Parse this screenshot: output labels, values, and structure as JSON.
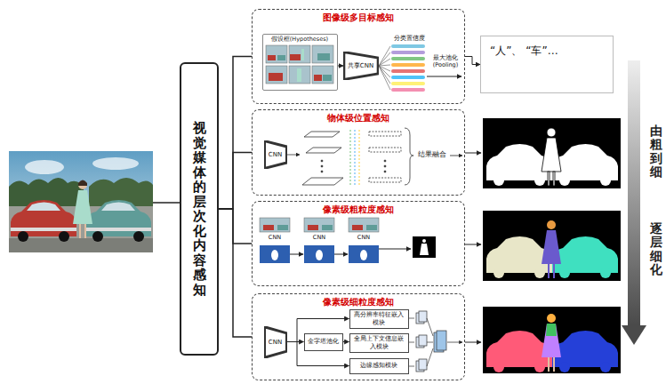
{
  "diagram": {
    "nodes": [
      {
        "text": [
          "视觉媒体的层次化内容感知"
        ]
      },
      {
        "text": [
          "图像级多目标感知"
        ]
      },
      {
        "text": [
          "假设框(Hypotheses)"
        ],
        "in": 1
      },
      {
        "text": [
          "共享CNN"
        ],
        "in": 1
      },
      {
        "text": [
          "“人”、 “车”…"
        ]
      },
      {
        "text": [
          "物体级位置感知"
        ]
      },
      {
        "text": [
          "CNN"
        ],
        "in": 5
      },
      {
        "text": [
          "像素级粗粒度感知"
        ]
      },
      {
        "text": [
          "像素级细粒度感知"
        ]
      },
      {
        "text": [
          "CNN"
        ],
        "in": 8
      },
      {
        "text": [
          "金字塔池化"
        ],
        "in": 8
      },
      {
        "text": [
          "高分辨率特征嵌入模块"
        ],
        "in": 8
      },
      {
        "text": [
          "全局上下文信息嵌入模块"
        ],
        "in": 8
      },
      {
        "text": [
          "边缘感知模块"
        ],
        "in": 8
      }
    ],
    "edges": [
      {
        "from": 0,
        "to": 1,
        "arrow": "none"
      },
      {
        "from": 0,
        "to": 5,
        "arrow": "none"
      },
      {
        "from": 0,
        "to": 7,
        "arrow": "none"
      },
      {
        "from": 0,
        "to": 8,
        "arrow": "none"
      },
      {
        "from": 1,
        "to": 4,
        "arrow": "to"
      },
      {
        "from": 9,
        "to": 10,
        "arrow": "to"
      },
      {
        "from": 10,
        "to": 12,
        "arrow": "to"
      },
      {
        "from": 9,
        "to": 11,
        "arrow": "to"
      },
      {
        "from": 9,
        "to": 13,
        "arrow": "to"
      }
    ],
    "labels": [
      "分类置信度",
      "最大池化(Pooling)",
      "结果融合",
      "CNN",
      "CNN",
      "CNN",
      "由粗到细",
      "逐层细化"
    ]
  }
}
